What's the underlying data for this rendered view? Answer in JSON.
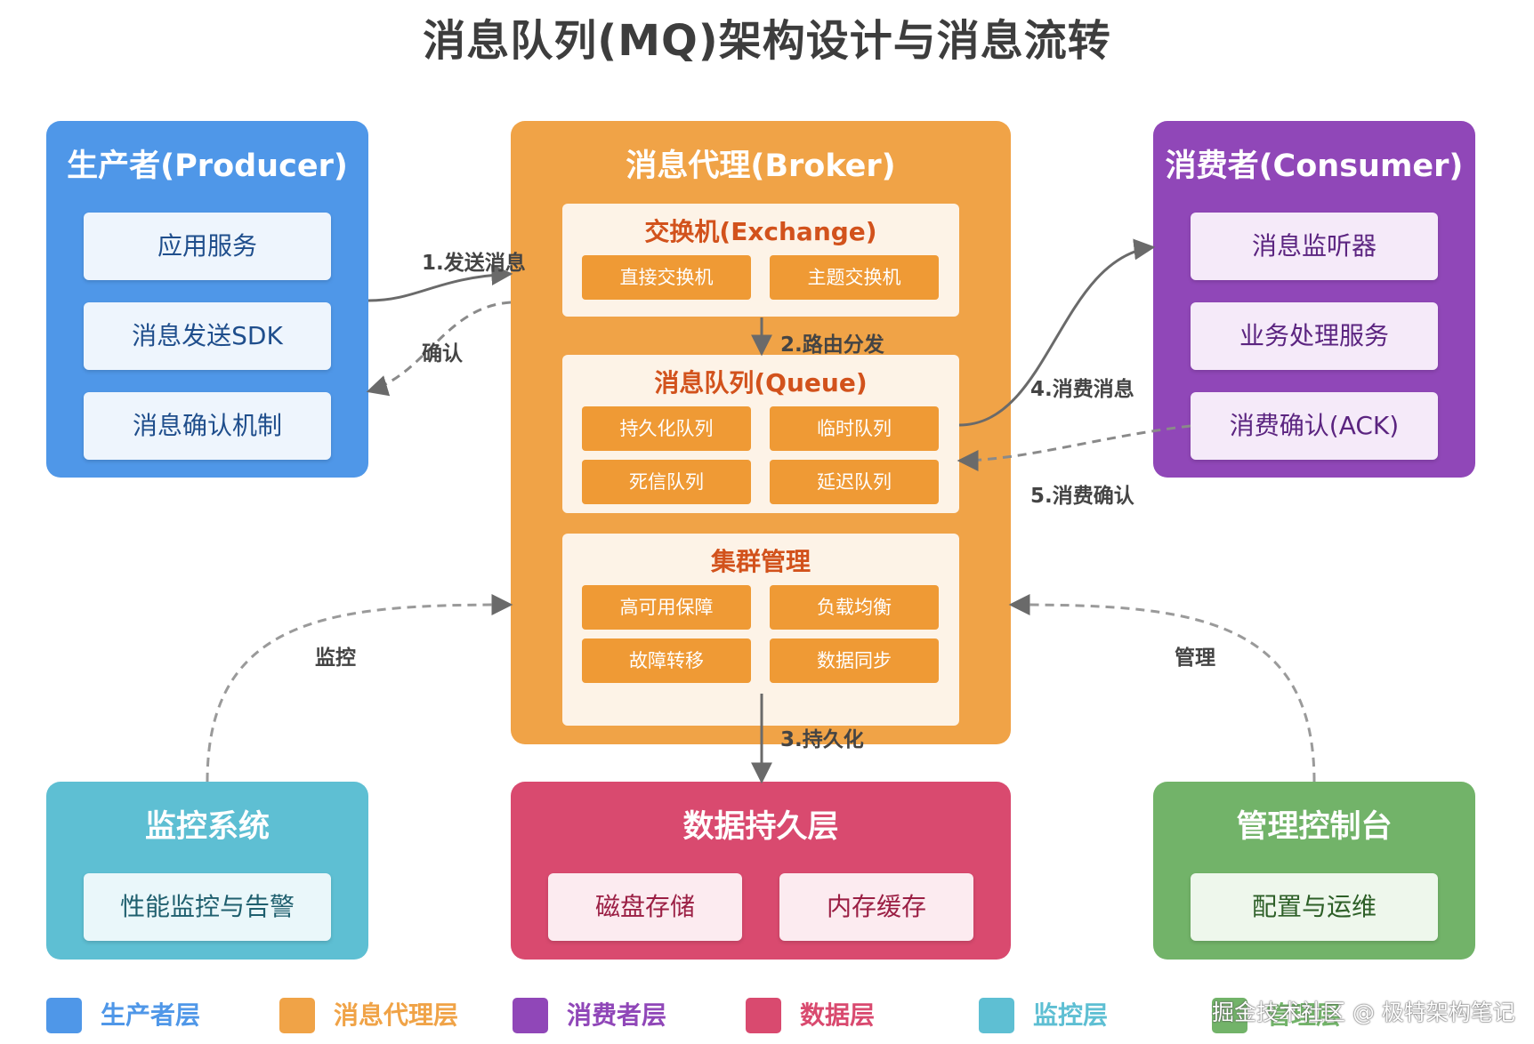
{
  "title": "消息队列(MQ)架构设计与消息流转",
  "producer": {
    "title": "生产者(Producer)",
    "items": [
      "应用服务",
      "消息发送SDK",
      "消息确认机制"
    ]
  },
  "broker": {
    "title": "消息代理(Broker)",
    "exchange": {
      "title": "交换机(Exchange)",
      "items": [
        "直接交换机",
        "主题交换机"
      ]
    },
    "queue": {
      "title": "消息队列(Queue)",
      "items": [
        "持久化队列",
        "临时队列",
        "死信队列",
        "延迟队列"
      ]
    },
    "cluster": {
      "title": "集群管理",
      "items": [
        "高可用保障",
        "负载均衡",
        "故障转移",
        "数据同步"
      ]
    }
  },
  "consumer": {
    "title": "消费者(Consumer)",
    "items": [
      "消息监听器",
      "业务处理服务",
      "消费确认(ACK)"
    ]
  },
  "monitor": {
    "title": "监控系统",
    "items": [
      "性能监控与告警"
    ]
  },
  "persistence": {
    "title": "数据持久层",
    "items": [
      "磁盘存储",
      "内存缓存"
    ]
  },
  "console": {
    "title": "管理控制台",
    "items": [
      "配置与运维"
    ]
  },
  "edges": {
    "send": "1.发送消息",
    "ack": "确认",
    "route": "2.路由分发",
    "persist": "3.持久化",
    "consume": "4.消费消息",
    "consume_ack": "5.消费确认",
    "monitor": "监控",
    "manage": "管理"
  },
  "legend": [
    {
      "label": "生产者层",
      "color": "#4f97e8"
    },
    {
      "label": "消息代理层",
      "color": "#f0a347"
    },
    {
      "label": "消费者层",
      "color": "#9047b8"
    },
    {
      "label": "数据层",
      "color": "#d94a6f"
    },
    {
      "label": "监控层",
      "color": "#5ebfd3"
    },
    {
      "label": "管理层",
      "color": "#72b369"
    }
  ],
  "watermark": "掘金技术社区 @ 极特架构笔记"
}
